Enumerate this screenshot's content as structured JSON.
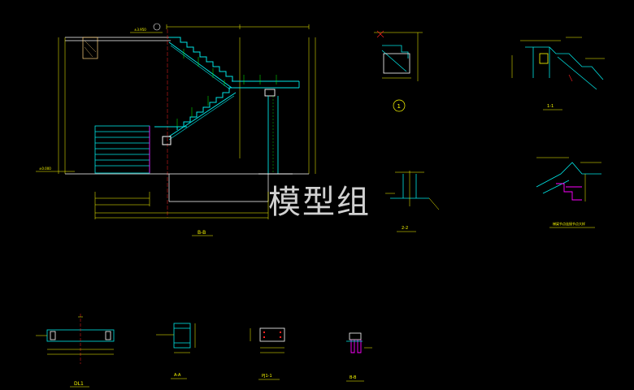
{
  "colors": {
    "background": "#000000",
    "cyan": "#00e5e5",
    "yellow": "#ffff00",
    "green": "#00ff00",
    "white": "#ffffff",
    "red": "#ff2020",
    "magenta": "#ff00ff",
    "watermark": "#e8e8e8"
  },
  "watermark": "模型组",
  "labels": {
    "section_bb_main": "B-B",
    "detail_circle": "1",
    "section_11": "1-1",
    "section_22": "2-2",
    "node_detail_caption": "梯梁节点连接节点大样",
    "beam_dl1": "DL1",
    "section_aa": "A-A",
    "plate_pj1": "PJ1-1",
    "section_bb_small": "B-B",
    "elev_top": "±3.950",
    "elev_bottom": "±0.000"
  }
}
